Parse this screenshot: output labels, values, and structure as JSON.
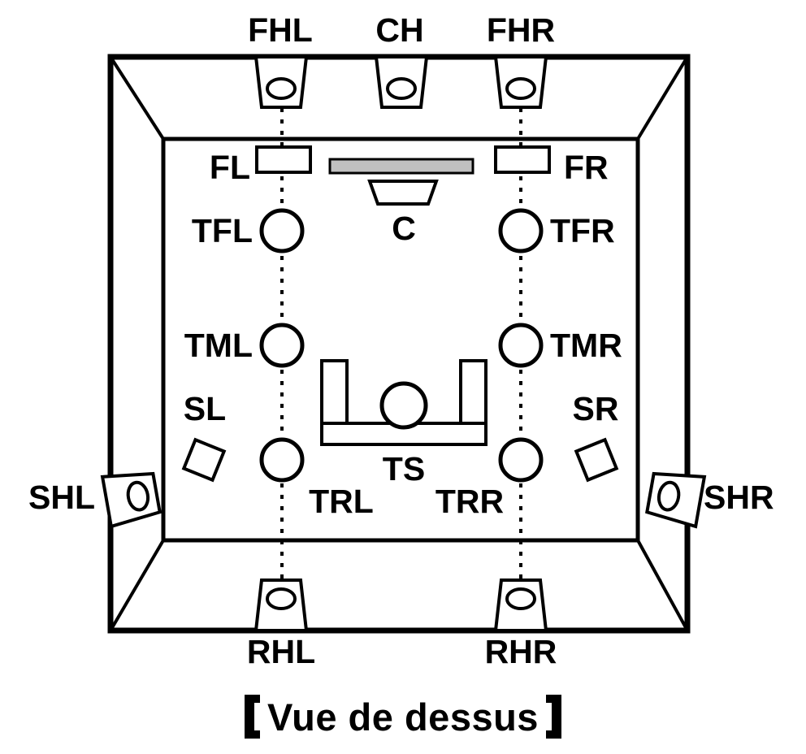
{
  "diagram": {
    "caption": {
      "open_bracket": "【",
      "text": "Vue de dessus",
      "close_bracket": "】",
      "full": "【Vue de dessus】"
    },
    "speaker_labels": {
      "fhl": "FHL",
      "ch": "CH",
      "fhr": "FHR",
      "fl": "FL",
      "fr": "FR",
      "c": "C",
      "tfl": "TFL",
      "tfr": "TFR",
      "tml": "TML",
      "tmr": "TMR",
      "sl": "SL",
      "sr": "SR",
      "ts": "TS",
      "trl": "TRL",
      "trr": "TRR",
      "shl": "SHL",
      "shr": "SHR",
      "rhl": "RHL",
      "rhr": "RHR"
    },
    "colors": {
      "line": "#000000",
      "background": "#ffffff",
      "screen_fill": "#c0c0c0"
    }
  }
}
